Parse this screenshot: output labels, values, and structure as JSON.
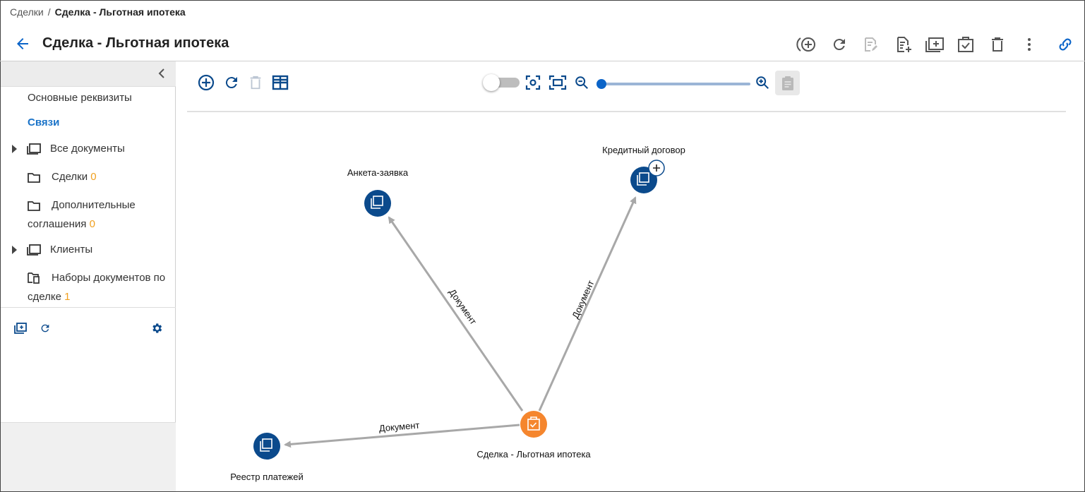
{
  "breadcrumb": {
    "parent": "Сделки",
    "separator": "/",
    "current": "Сделка - Льготная ипотека"
  },
  "header": {
    "title": "Сделка - Льготная ипотека"
  },
  "sidebar": {
    "items": [
      {
        "label": "Основные реквизиты"
      },
      {
        "label": "Связи"
      }
    ],
    "tree": [
      {
        "label": "Все документы",
        "count": ""
      },
      {
        "label": "Сделки",
        "count": "0"
      },
      {
        "label": "Дополнительные",
        "label2": "соглашения",
        "count": "0"
      },
      {
        "label": "Клиенты",
        "count": ""
      },
      {
        "label": "Наборы документов по",
        "label2": "сделке",
        "count": "1"
      }
    ]
  },
  "graph": {
    "nodes": [
      {
        "label": "Анкета-заявка",
        "type": "folder"
      },
      {
        "label": "Кредитный договор",
        "type": "folder"
      },
      {
        "label": "Реестр платежей",
        "type": "folder"
      },
      {
        "label": "Сделка - Льготная ипотека",
        "type": "deal"
      }
    ],
    "edges": [
      {
        "label": "Документ",
        "from": "Сделка - Льготная ипотека",
        "to": "Анкета-заявка"
      },
      {
        "label": "Документ",
        "from": "Сделка - Льготная ипотека",
        "to": "Кредитный договор"
      },
      {
        "label": "Документ",
        "from": "Сделка - Льготная ипотека",
        "to": "Реестр платежей"
      }
    ],
    "zoom_level": 0.0
  },
  "colors": {
    "accent": "#0b4a8c",
    "link": "#1a73c8",
    "deal_node": "#f5862e",
    "count": "#f0a020",
    "edge": "#a8a8a8"
  }
}
